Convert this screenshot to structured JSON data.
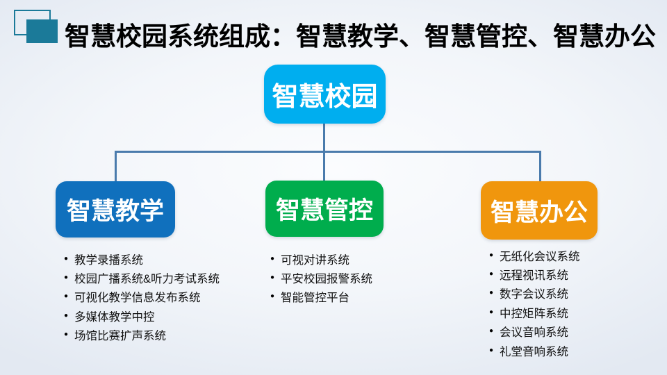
{
  "title": {
    "text": "智慧校园系统组成：智慧教学、智慧管控、智慧办公"
  },
  "icons": {
    "bullet": "●"
  },
  "colors": {
    "marker": "#1b7a99",
    "connector": "#4a7bac",
    "root_box": "#00aeef",
    "teaching_box": "#1070bd",
    "control_box": "#00ad4d",
    "office_box": "#f0960d"
  },
  "diagram": {
    "root": {
      "label": "智慧校园"
    },
    "branches": [
      {
        "label": "智慧教学",
        "items": [
          "教学录播系统",
          "校园广播系统&听力考试系统",
          "可视化教学信息发布系统",
          "多媒体教学中控",
          "场馆比赛扩声系统"
        ]
      },
      {
        "label": "智慧管控",
        "items": [
          "可视对讲系统",
          "平安校园报警系统",
          "智能管控平台"
        ]
      },
      {
        "label": "智慧办公",
        "items": [
          "无纸化会议系统",
          "远程视讯系统",
          "数字会议系统",
          "中控矩阵系统",
          "会议音响系统",
          "礼堂音响系统"
        ]
      }
    ]
  }
}
